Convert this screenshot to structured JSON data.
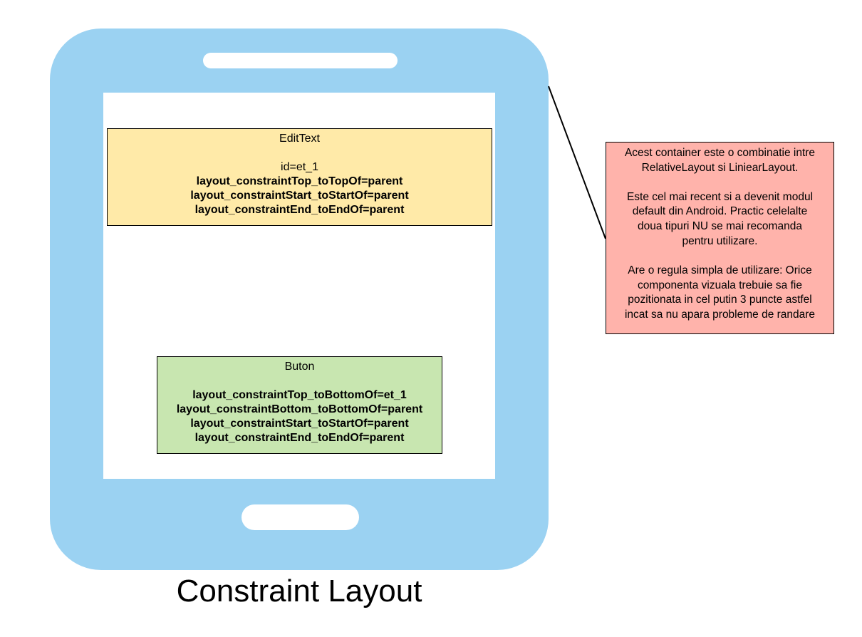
{
  "edittext_box": {
    "title": "EditText",
    "id_line": "id=et_1",
    "constraints": [
      "layout_constraintTop_toTopOf=parent",
      "layout_constraintStart_toStartOf=parent",
      "layout_constraintEnd_toEndOf=parent"
    ]
  },
  "button_box": {
    "title": "Buton",
    "constraints": [
      "layout_constraintTop_toBottomOf=et_1",
      "layout_constraintBottom_toBottomOf=parent",
      "layout_constraintStart_toStartOf=parent",
      "layout_constraintEnd_toEndOf=parent"
    ]
  },
  "note_box": {
    "paragraph1_lines": [
      "Acest container este o combinatie intre",
      "RelativeLayout si LiniearLayout."
    ],
    "paragraph2_lines": [
      "Este cel mai recent si a devenit modul",
      "default din Android. Practic celelalte",
      "doua tipuri NU se mai recomanda",
      "pentru utilizare."
    ],
    "paragraph3_lines": [
      "Are o regula simpla de utilizare: Orice",
      "componenta vizuala trebuie sa fie",
      "pozitionata in cel putin 3 puncte astfel",
      "incat sa nu apara probleme de randare"
    ]
  },
  "caption": "Constraint Layout",
  "colors": {
    "phone_body": "#9bd2f2",
    "screen": "#ffffff",
    "edittext_fill": "#ffeaa8",
    "button_fill": "#c8e6b0",
    "note_fill": "#ffb3ab",
    "outline": "#000000"
  }
}
